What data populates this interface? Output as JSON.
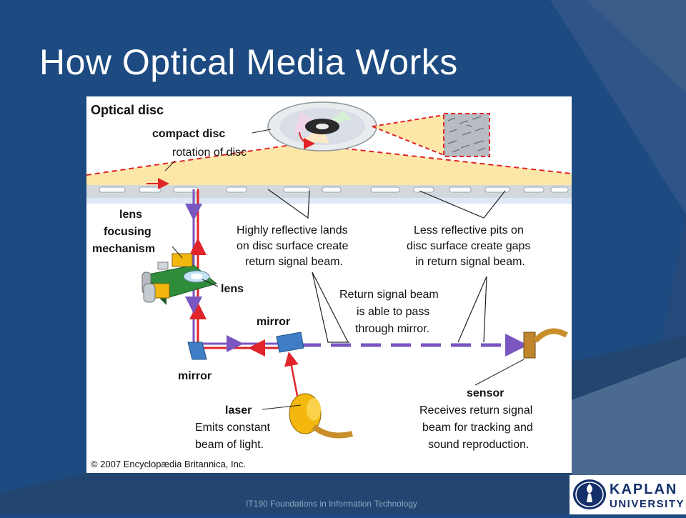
{
  "slide": {
    "title": "How Optical Media Works",
    "footer": "IT190 Foundations in Information Technology"
  },
  "diagram": {
    "heading": "Optical disc",
    "labels": {
      "compact_disc": "compact disc",
      "rotation": "rotation of disc",
      "lens_mech_1": "lens",
      "lens_mech_2": "focusing",
      "lens_mech_3": "mechanism",
      "lens": "lens",
      "mirror_top": "mirror",
      "mirror_bottom": "mirror",
      "laser_title": "laser",
      "laser_desc_1": "Emits constant",
      "laser_desc_2": "beam of light.",
      "lands_1": "Highly reflective lands",
      "lands_2": "on disc surface create",
      "lands_3": "return signal beam.",
      "pits_1": "Less reflective pits on",
      "pits_2": "disc surface create gaps",
      "pits_3": "in return signal beam.",
      "pass_1": "Return signal beam",
      "pass_2": "is able to pass",
      "pass_3": "through mirror.",
      "sensor_title": "sensor",
      "sensor_desc_1": "Receives return signal",
      "sensor_desc_2": "beam for tracking and",
      "sensor_desc_3": "sound reproduction.",
      "copyright": "© 2007 Encyclopædia Britannica, Inc."
    }
  },
  "logo": {
    "line1": "KAPLAN",
    "line2": "UNIVERSITY"
  },
  "colors": {
    "background": "#1d4a80",
    "laser_beam": "#e0242a",
    "return_beam": "#7a56c0",
    "logo_navy": "#14306b"
  }
}
